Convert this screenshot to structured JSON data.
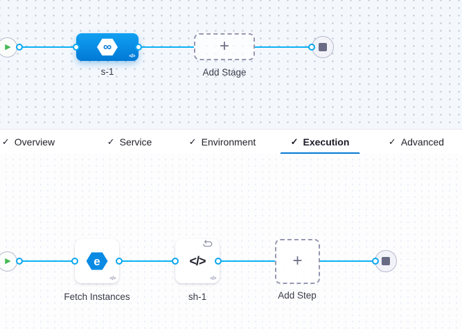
{
  "stage_graph": {
    "stage": {
      "label": "s-1",
      "icon": "cd-infinity-hexagon-icon",
      "corner_icon": "code-yaml-icon"
    },
    "add_stage": {
      "label": "Add Stage",
      "icon": "plus-icon"
    },
    "start": {
      "icon": "play-icon"
    },
    "end": {
      "icon": "stop-icon"
    }
  },
  "tabs": [
    {
      "label": "Overview",
      "check": "✓",
      "active": false
    },
    {
      "label": "Service",
      "check": "✓",
      "active": false
    },
    {
      "label": "Environment",
      "check": "✓",
      "active": false
    },
    {
      "label": "Execution",
      "check": "✓",
      "active": true
    },
    {
      "label": "Advanced",
      "check": "✓",
      "active": false
    }
  ],
  "execution_graph": {
    "steps": [
      {
        "label": "Fetch Instances",
        "icon": "elastigroup-e-hexagon-icon",
        "corner_icon": "code-yaml-icon"
      },
      {
        "label": "sh-1",
        "icon": "shell-script-code-icon",
        "corner_icon": "code-yaml-icon",
        "badge": "loop-strategy-icon"
      }
    ],
    "add_step": {
      "label": "Add Step",
      "icon": "plus-icon"
    },
    "start": {
      "icon": "play-icon"
    },
    "end": {
      "icon": "stop-icon"
    }
  },
  "glyphs": {
    "play": "▶",
    "infinity": "∞",
    "e_letter": "e",
    "code": "</>",
    "plus": "+",
    "mini_code": "</>"
  },
  "colors": {
    "edge_blue": "#0bb1f3",
    "stage_node_blue": "#0279d5",
    "tab_underline_blue": "#0278d5",
    "play_green": "#47b854",
    "stop_gray": "#696b85",
    "label_gray": "#383946"
  }
}
